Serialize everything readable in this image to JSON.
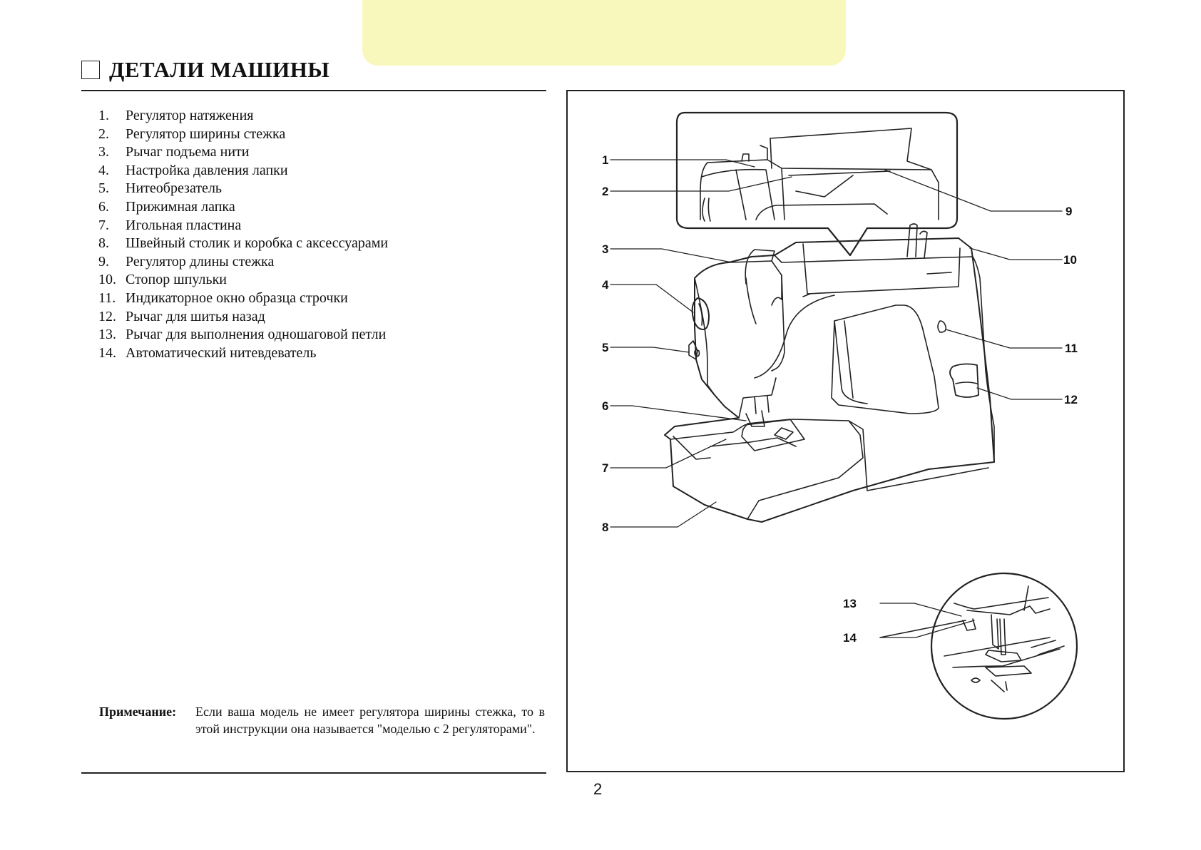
{
  "header": {
    "title": "ДЕТАЛИ МАШИНЫ"
  },
  "parts": [
    {
      "num": "1.",
      "label": "Регулятор натяжения"
    },
    {
      "num": "2.",
      "label": "Регулятор ширины стежка"
    },
    {
      "num": "3.",
      "label": "Рычаг подъема нити"
    },
    {
      "num": "4.",
      "label": "Настройка давления лапки"
    },
    {
      "num": "5.",
      "label": "Нитеобрезатель"
    },
    {
      "num": "6.",
      "label": "Прижимная лапка"
    },
    {
      "num": "7.",
      "label": "Игольная пластина"
    },
    {
      "num": "8.",
      "label": "Швейный столик и коробка с аксессуарами"
    },
    {
      "num": "9.",
      "label": "Регулятор длины стежка"
    },
    {
      "num": "10.",
      "label": "Стопор шпульки"
    },
    {
      "num": "11.",
      "label": "Индикаторное окно образца строчки"
    },
    {
      "num": "12.",
      "label": "Рычаг для шитья назад"
    },
    {
      "num": "13.",
      "label": "Рычаг для выполнения одношаговой петли"
    },
    {
      "num": "14.",
      "label": "Автоматический нитевдеватель"
    }
  ],
  "note": {
    "label": "Примечание:",
    "text": "Если ваша модель не имеет регулятора ширины стежка, то в этой инструкции она называется \"моделью с 2 регуляторами\"."
  },
  "diagram": {
    "callouts": [
      "1",
      "2",
      "3",
      "4",
      "5",
      "6",
      "7",
      "8",
      "9",
      "10",
      "11",
      "12",
      "13",
      "14"
    ]
  },
  "page_number": "2",
  "colors": {
    "tab": "#f9f8bc",
    "ink": "#111111"
  }
}
